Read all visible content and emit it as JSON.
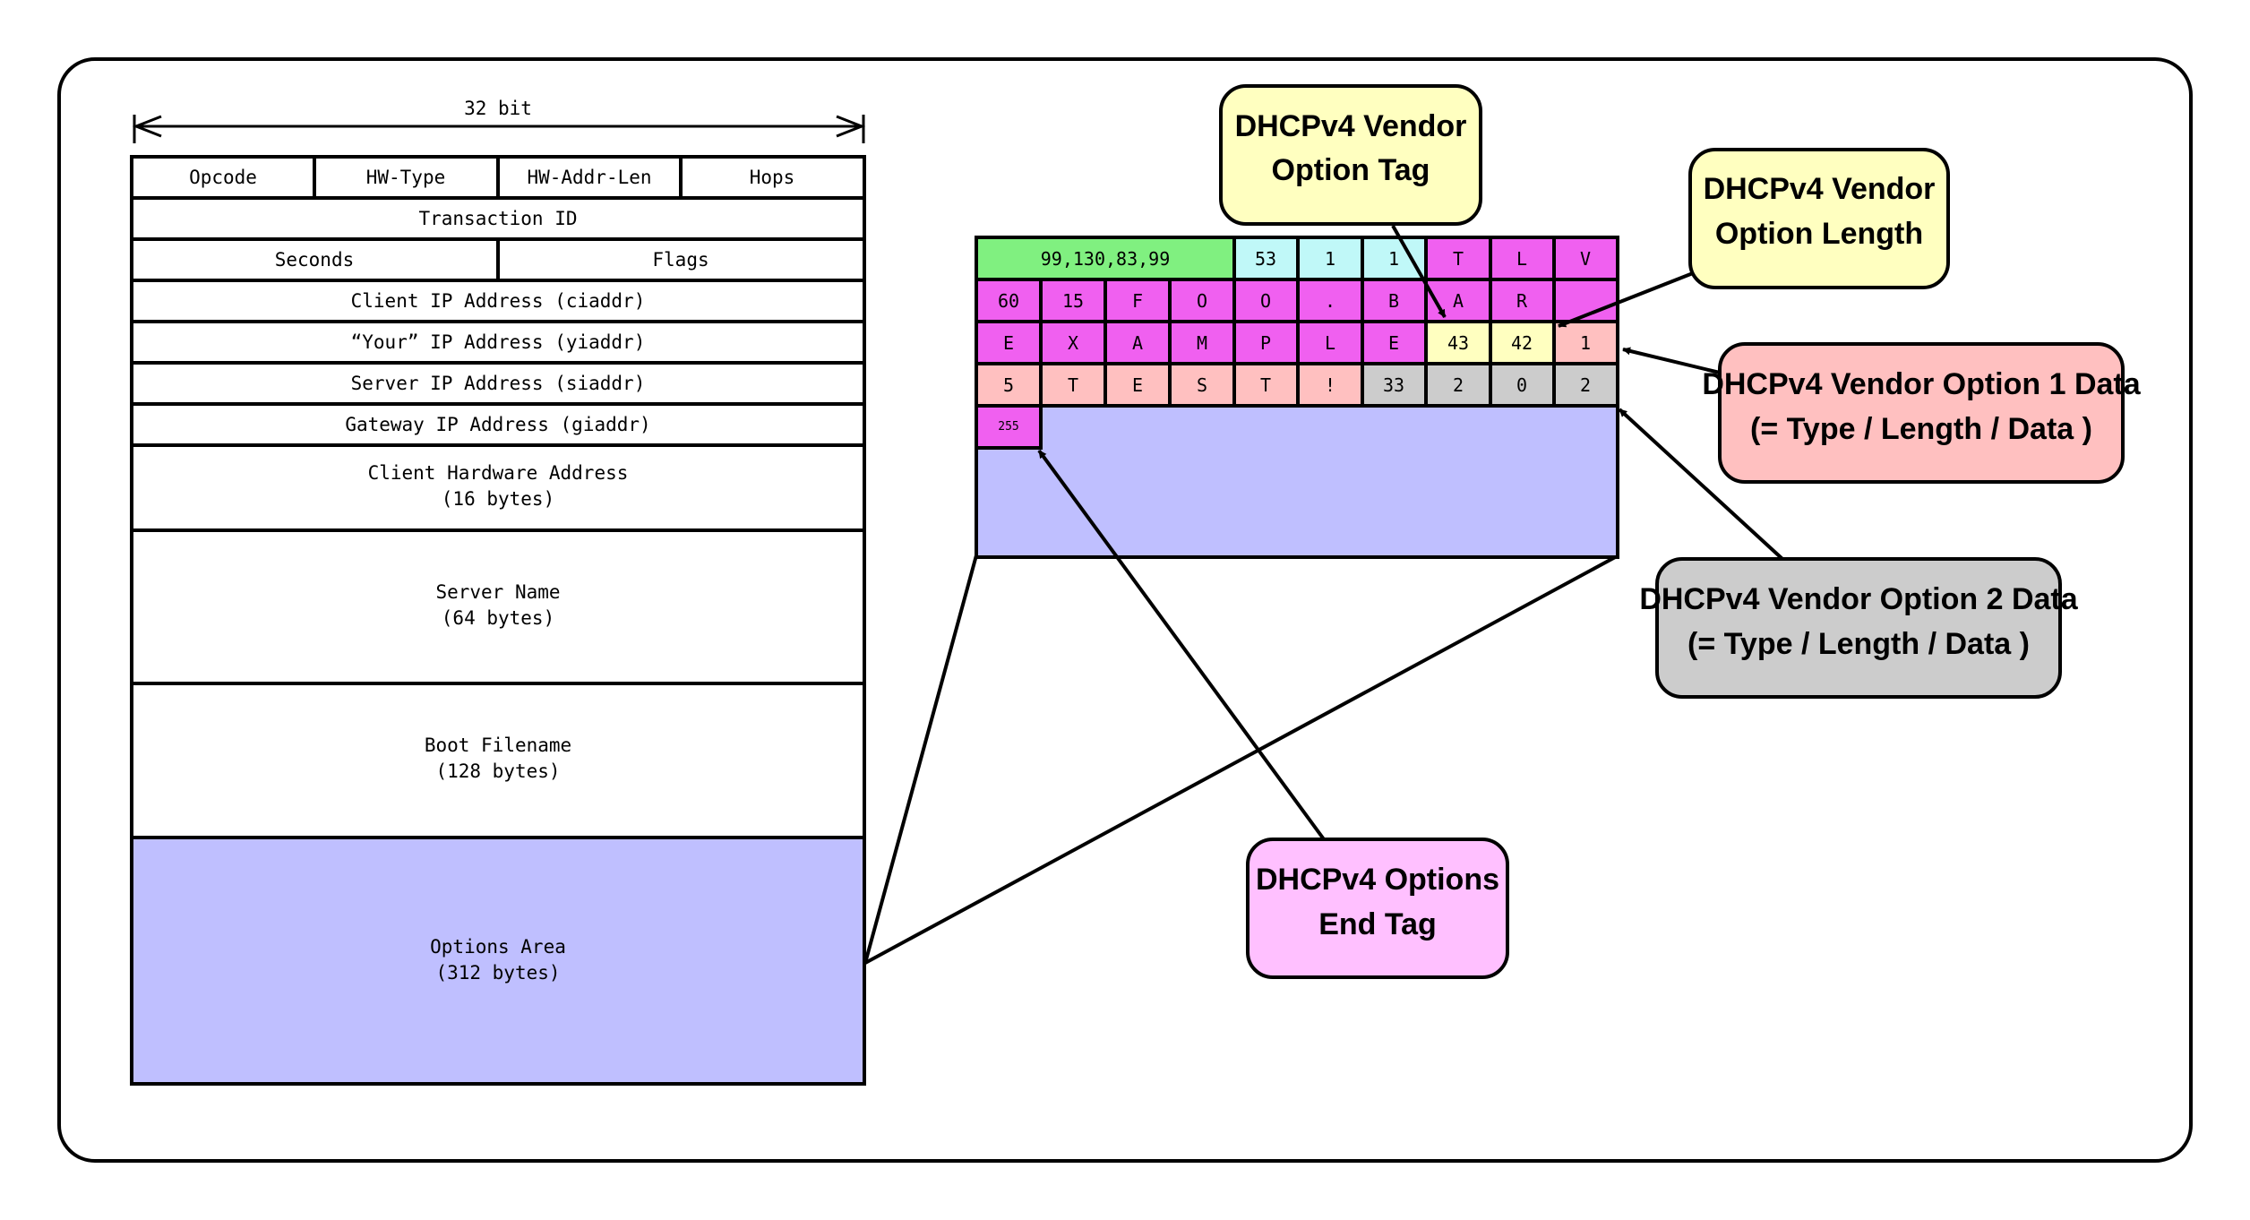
{
  "header": {
    "width_label": "32 bit"
  },
  "packet": {
    "row1": [
      "Opcode",
      "HW-Type",
      "HW-Addr-Len",
      "Hops"
    ],
    "transaction_id": "Transaction ID",
    "row3": [
      "Seconds",
      "Flags"
    ],
    "ciaddr": "Client IP Address (ciaddr)",
    "yiaddr": "“Your” IP Address (yiaddr)",
    "siaddr": "Server IP Address (siaddr)",
    "giaddr": "Gateway IP Address (giaddr)",
    "chaddr": [
      "Client Hardware Address",
      "(16 bytes)"
    ],
    "sname": [
      "Server Name",
      "(64 bytes)"
    ],
    "file": [
      "Boot Filename",
      "(128 bytes)"
    ],
    "options": [
      "Options Area",
      "(312 bytes)"
    ]
  },
  "options_grid": {
    "magic": "99,130,83,99",
    "row0": [
      "53",
      "1",
      "1",
      "T",
      "L",
      "V"
    ],
    "row1": [
      "60",
      "15",
      "F",
      "O",
      "O",
      ".",
      "B",
      "A",
      "R",
      ""
    ],
    "row2": [
      "E",
      "X",
      "A",
      "M",
      "P",
      "L",
      "E",
      "43",
      "42",
      "1"
    ],
    "row3": [
      "5",
      "T",
      "E",
      "S",
      "T",
      "!",
      "33",
      "2",
      "0",
      "2"
    ],
    "end": "255"
  },
  "callouts": {
    "tag": [
      "DHCPv4 Vendor",
      "Option Tag"
    ],
    "length": [
      "DHCPv4 Vendor",
      "Option Length"
    ],
    "opt1": [
      "DHCPv4 Vendor Option 1 Data",
      "(= Type / Length / Data )"
    ],
    "opt2": [
      "DHCPv4 Vendor Option 2 Data",
      "(= Type / Length / Data )"
    ],
    "end": [
      "DHCPv4 Options",
      "End Tag"
    ]
  },
  "colors": {
    "options_fill": "#bfbfff",
    "magic_fill": "#80f080",
    "dhcp_opt_fill": "#c0f8f8",
    "vendor_fill": "#f060f0",
    "tag_len_fill": "#ffffc0",
    "opt1_fill": "#ffc0c0",
    "opt2_fill": "#cccccc",
    "end_fill": "#ffc0ff"
  }
}
